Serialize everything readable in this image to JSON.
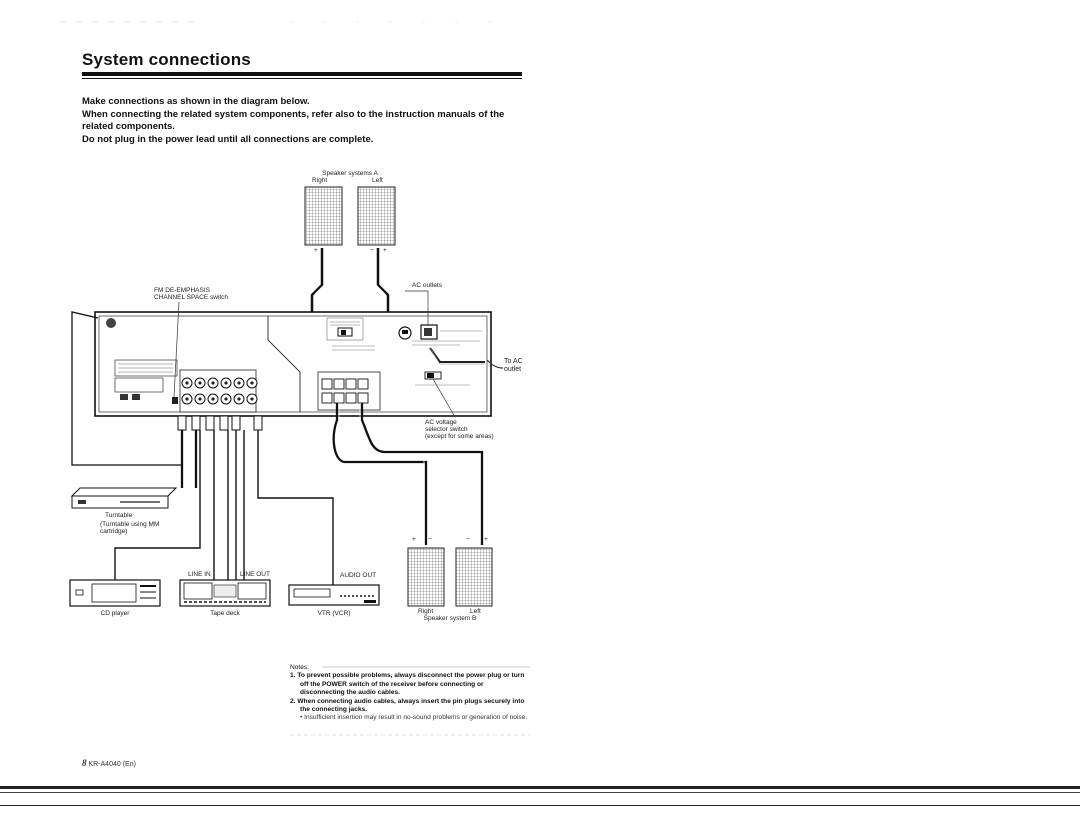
{
  "title": "System connections",
  "intro": [
    "Make connections as shown in the diagram below.",
    "When connecting the related system components, refer also to the instruction manuals of the related components.",
    "Do not plug in the power lead until all connections are complete."
  ],
  "labels": {
    "speaker_a": "Speaker systems A",
    "right": "Right",
    "left": "Left",
    "fm_deemphasis": "FM DE-EMPHASIS",
    "channel_space": "CHANNEL SPACE switch",
    "ac_outlets": "AC outlets",
    "to_ac_outlet_1": "To AC",
    "to_ac_outlet_2": "outlet",
    "ac_voltage_1": "AC voltage",
    "ac_voltage_2": "selector switch",
    "ac_voltage_3": "(except for some areas)",
    "turntable": "Turntable",
    "turntable_note_1": "(Turntable using MM",
    "turntable_note_2": "cartridge)",
    "line_in": "LINE IN",
    "line_out": "LINE OUT",
    "audio_out": "AUDIO OUT",
    "cd_player": "CD player",
    "tape_deck": "Tape deck",
    "vtr": "VTR (VCR)",
    "right_b": "Right",
    "left_b": "Left",
    "speaker_b": "Speaker system B",
    "plus": "+",
    "minus": "−"
  },
  "notes": {
    "heading": "Notes:",
    "items": [
      "1. To prevent possible problems, always disconnect the power plug or turn off the POWER switch of the receiver before connecting or disconnecting the audio cables.",
      "2. When connecting audio cables, always insert the pin plugs securely into the connecting jacks."
    ],
    "bullet": "• Insufficient insertion may result in no-sound problems or generation of noise."
  },
  "footer": {
    "page": "8",
    "model": "KR-A4040 (En)"
  }
}
